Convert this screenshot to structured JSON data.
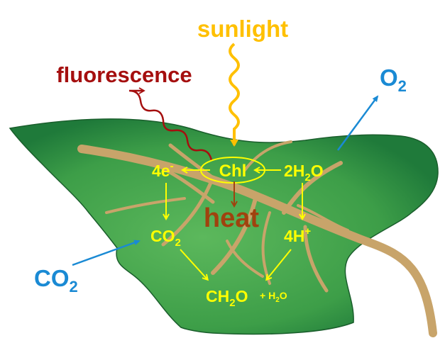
{
  "labels": {
    "sunlight": "sunlight",
    "fluorescence": "fluorescence",
    "o2_out": {
      "base": "O",
      "sub": "2"
    },
    "co2_in": {
      "base": "CO",
      "sub": "2"
    },
    "chl": "Chl",
    "electrons": {
      "base": "4e",
      "sup": "-"
    },
    "water": {
      "base1": "2H",
      "sub": "2",
      "base2": "O"
    },
    "heat": "heat",
    "co2_inner": {
      "base": "CO",
      "sub": "2"
    },
    "protons": {
      "base": "4H",
      "sup": "+"
    },
    "sugar": {
      "base1": "CH",
      "sub": "2",
      "base2": "O"
    },
    "water_product": {
      "prefix": "+ H",
      "sub": "2",
      "base2": "O"
    }
  },
  "colors": {
    "sunlight": "#ffc000",
    "fluorescence": "#a50f0f",
    "gas": "#1a8ad4",
    "process": "#ffff00",
    "heat": "#a0420e",
    "leaf_light": "#5cb85c",
    "leaf_dark": "#1f7a3a",
    "vein": "#c8a46a"
  }
}
